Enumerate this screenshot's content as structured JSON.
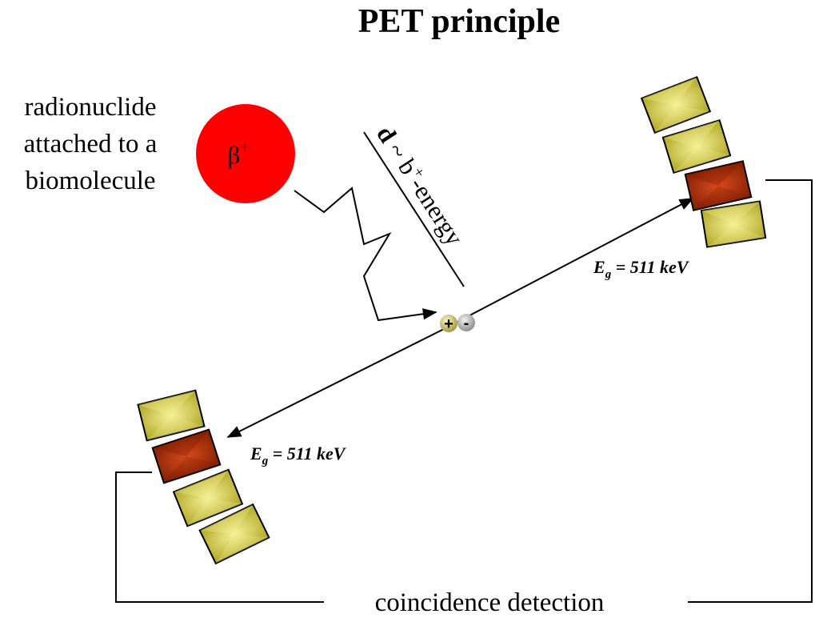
{
  "title": "PET principle",
  "radionuclide": {
    "lines": [
      "radionuclide",
      "attached to a",
      "biomolecule"
    ],
    "symbol": "β",
    "charge": "+",
    "color": "#ff0000"
  },
  "range_label": {
    "d": "d",
    "tilde_b": " ~ b",
    "plus": "+",
    "energy": "-energy"
  },
  "annihilation": {
    "positron_sign": "+",
    "electron_sign": "-"
  },
  "photon_top": {
    "E": "E",
    "sub": "g",
    "value": " = 511 keV"
  },
  "photon_bottom": {
    "E": "E",
    "sub": "g",
    "value": " = 511 keV"
  },
  "coincidence_label": "coincidence detection",
  "colors": {
    "crystal_yellow": "#c8c040",
    "crystal_highlight": "#f4ee90",
    "crystal_hit": "#c83818",
    "crystal_hit_dark": "#801a00"
  },
  "detectors": [
    {
      "name": "top-right",
      "hit_index": 2
    },
    {
      "name": "bottom-left",
      "hit_index": 1
    }
  ]
}
